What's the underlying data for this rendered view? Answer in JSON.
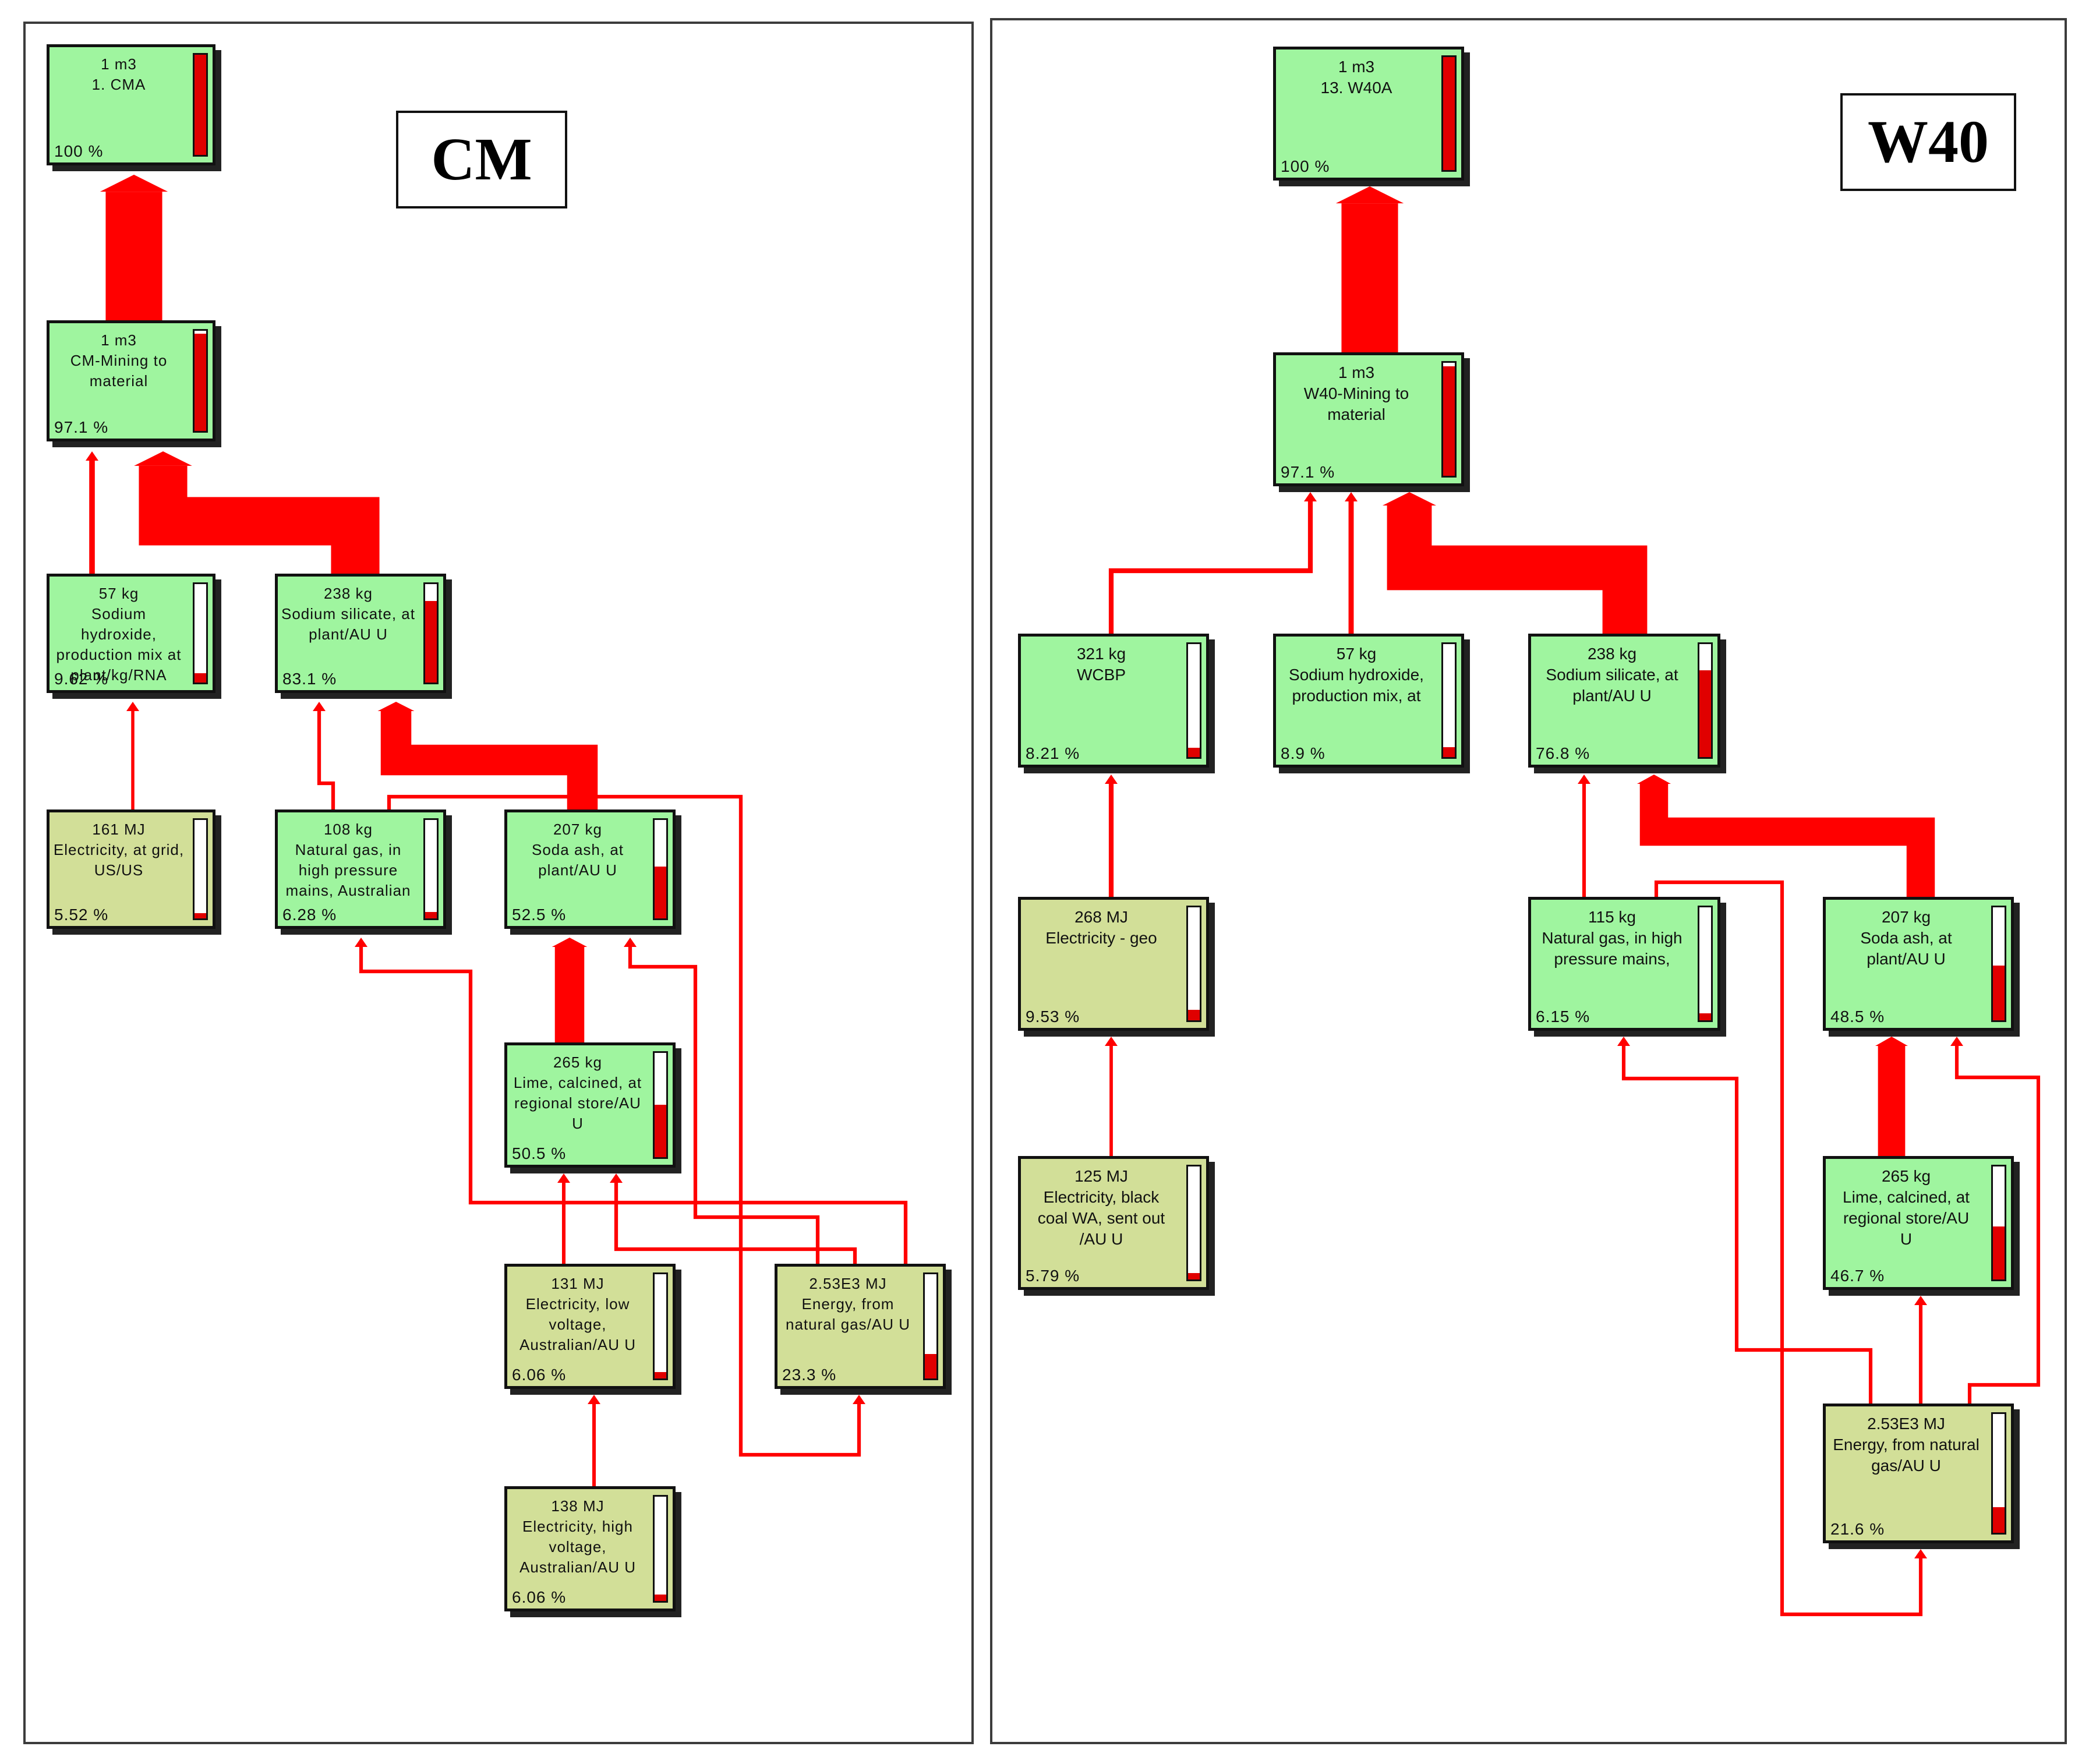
{
  "colors": {
    "flow": "#ff0000",
    "node_process": "#9ff59f",
    "node_energy": "#d2df98",
    "bar_fill": "#e00000"
  },
  "panels": [
    {
      "label": "CM",
      "nodes": [
        {
          "id": "cma",
          "qty": "1 m3",
          "name": "1. CMA",
          "pct": "100 %",
          "fill": 1.0,
          "color": "green"
        },
        {
          "id": "cm_mining",
          "qty": "1 m3",
          "name": "CM-Mining to\nmaterial",
          "pct": "97.1 %",
          "fill": 0.971,
          "color": "green"
        },
        {
          "id": "naoh",
          "qty": "57 kg",
          "name": "Sodium hydroxide,\nproduction mix at\nplant/kg/RNA",
          "pct": "9.62 %",
          "fill": 0.0962,
          "color": "green"
        },
        {
          "id": "silicate",
          "qty": "238 kg",
          "name": "Sodium silicate, at\nplant/AU U",
          "pct": "83.1 %",
          "fill": 0.831,
          "color": "green"
        },
        {
          "id": "elec_us",
          "qty": "161 MJ",
          "name": "Electricity, at grid,\nUS/US",
          "pct": "5.52 %",
          "fill": 0.0552,
          "color": "olive"
        },
        {
          "id": "natgas",
          "qty": "108 kg",
          "name": "Natural gas, in\nhigh pressure\nmains, Australian",
          "pct": "6.28 %",
          "fill": 0.0628,
          "color": "green"
        },
        {
          "id": "soda",
          "qty": "207 kg",
          "name": "Soda ash, at\nplant/AU U",
          "pct": "52.5 %",
          "fill": 0.525,
          "color": "green"
        },
        {
          "id": "lime",
          "qty": "265 kg",
          "name": "Lime, calcined, at\nregional store/AU\nU",
          "pct": "50.5 %",
          "fill": 0.505,
          "color": "green"
        },
        {
          "id": "elec_low",
          "qty": "131 MJ",
          "name": "Electricity, low\nvoltage,\nAustralian/AU U",
          "pct": "6.06 %",
          "fill": 0.0606,
          "color": "olive"
        },
        {
          "id": "energy_ng",
          "qty": "2.53E3 MJ",
          "name": "Energy, from\nnatural gas/AU U",
          "pct": "23.3 %",
          "fill": 0.233,
          "color": "olive"
        },
        {
          "id": "elec_high",
          "qty": "138 MJ",
          "name": "Electricity, high\nvoltage,\nAustralian/AU U",
          "pct": "6.06 %",
          "fill": 0.0606,
          "color": "olive"
        }
      ],
      "flows": [
        {
          "from": "cm_mining",
          "to": "cma",
          "share": 0.971
        },
        {
          "from": "silicate",
          "to": "cm_mining",
          "share": 0.831
        },
        {
          "from": "naoh",
          "to": "cm_mining",
          "share": 0.0962
        },
        {
          "from": "elec_us",
          "to": "naoh",
          "share": 0.0552
        },
        {
          "from": "soda",
          "to": "silicate",
          "share": 0.525
        },
        {
          "from": "natgas",
          "to": "silicate",
          "share": 0.0628
        },
        {
          "from": "natgas",
          "to": "energy_ng",
          "share": 0.0628
        },
        {
          "from": "lime",
          "to": "soda",
          "share": 0.505
        },
        {
          "from": "energy_ng",
          "to": "natgas",
          "share": 0.0628
        },
        {
          "from": "energy_ng",
          "to": "soda",
          "share": 0.0628
        },
        {
          "from": "elec_low",
          "to": "lime",
          "share": 0.0606
        },
        {
          "from": "energy_ng",
          "to": "lime",
          "share": 0.0628
        },
        {
          "from": "elec_high",
          "to": "elec_low",
          "share": 0.0606
        }
      ]
    },
    {
      "label": "W40",
      "nodes": [
        {
          "id": "w40a",
          "qty": "1 m3",
          "name": "13. W40A",
          "pct": "100 %",
          "fill": 1.0,
          "color": "green"
        },
        {
          "id": "w40_mining",
          "qty": "1 m3",
          "name": "W40-Mining to\nmaterial",
          "pct": "97.1 %",
          "fill": 0.971,
          "color": "green"
        },
        {
          "id": "wcbp",
          "qty": "321 kg",
          "name": "WCBP",
          "pct": "8.21 %",
          "fill": 0.0821,
          "color": "green"
        },
        {
          "id": "naoh",
          "qty": "57 kg",
          "name": "Sodium hydroxide,\nproduction mix, at",
          "pct": "8.9 %",
          "fill": 0.089,
          "color": "green"
        },
        {
          "id": "silicate",
          "qty": "238 kg",
          "name": "Sodium silicate, at\nplant/AU U",
          "pct": "76.8 %",
          "fill": 0.768,
          "color": "green"
        },
        {
          "id": "elec_geo",
          "qty": "268 MJ",
          "name": "Electricity - geo",
          "pct": "9.53 %",
          "fill": 0.0953,
          "color": "olive"
        },
        {
          "id": "natgas",
          "qty": "115 kg",
          "name": "Natural gas, in high\npressure mains,",
          "pct": "6.15 %",
          "fill": 0.0615,
          "color": "green"
        },
        {
          "id": "soda",
          "qty": "207 kg",
          "name": "Soda ash, at\nplant/AU U",
          "pct": "48.5 %",
          "fill": 0.485,
          "color": "green"
        },
        {
          "id": "elec_coal",
          "qty": "125 MJ",
          "name": "Electricity, black\ncoal WA, sent out\n/AU U",
          "pct": "5.79 %",
          "fill": 0.0579,
          "color": "olive"
        },
        {
          "id": "lime",
          "qty": "265 kg",
          "name": "Lime, calcined, at\nregional store/AU\nU",
          "pct": "46.7 %",
          "fill": 0.467,
          "color": "green"
        },
        {
          "id": "energy_ng",
          "qty": "2.53E3 MJ",
          "name": "Energy, from natural\ngas/AU U",
          "pct": "21.6 %",
          "fill": 0.216,
          "color": "olive"
        }
      ],
      "flows": [
        {
          "from": "w40_mining",
          "to": "w40a",
          "share": 0.971
        },
        {
          "from": "silicate",
          "to": "w40_mining",
          "share": 0.768
        },
        {
          "from": "wcbp",
          "to": "w40_mining",
          "share": 0.0821
        },
        {
          "from": "naoh",
          "to": "w40_mining",
          "share": 0.089
        },
        {
          "from": "elec_geo",
          "to": "wcbp",
          "share": 0.0821
        },
        {
          "from": "elec_coal",
          "to": "elec_geo",
          "share": 0.0579
        },
        {
          "from": "soda",
          "to": "silicate",
          "share": 0.485
        },
        {
          "from": "natgas",
          "to": "silicate",
          "share": 0.0615
        },
        {
          "from": "lime",
          "to": "soda",
          "share": 0.467
        },
        {
          "from": "energy_ng",
          "to": "natgas",
          "share": 0.0615
        },
        {
          "from": "natgas",
          "to": "energy_ng",
          "share": 0.0615
        },
        {
          "from": "energy_ng",
          "to": "lime",
          "share": 0.0615
        },
        {
          "from": "energy_ng",
          "to": "soda",
          "share": 0.0615
        }
      ]
    }
  ]
}
